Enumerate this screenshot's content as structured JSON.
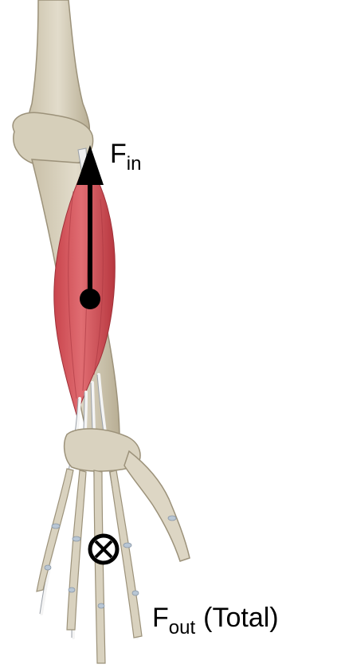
{
  "diagram": {
    "labels": {
      "fin_main": "F",
      "fin_sub": "in",
      "fout_main": "F",
      "fout_sub": "out",
      "fout_rest": "(Total)"
    },
    "colors": {
      "bone": "#d9d2bf",
      "bone_shadow": "#b3a98f",
      "muscle": "#d7595f",
      "muscle_dark": "#b23c44",
      "tendon": "#f2f2f2",
      "ink": "#000000"
    },
    "markers": {
      "input_force": "upward-arrow",
      "output_force": "circle-cross-symbol"
    }
  }
}
